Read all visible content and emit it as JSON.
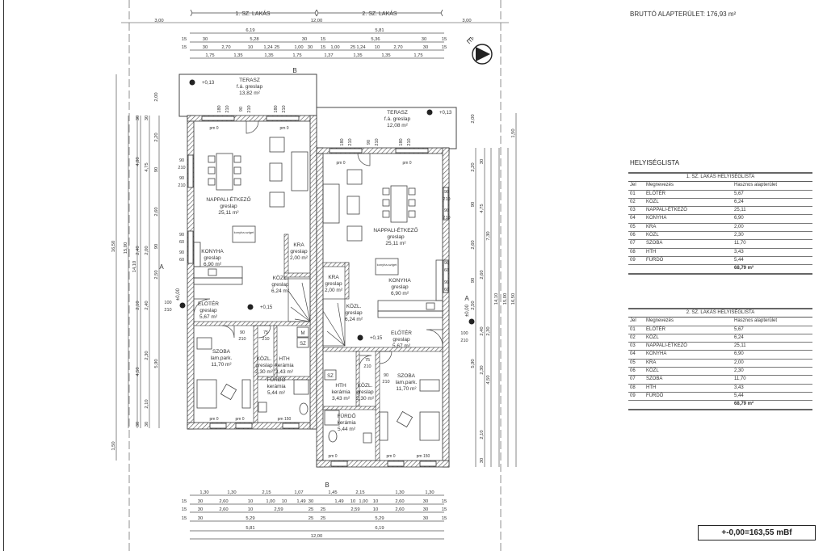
{
  "sheet": {
    "gross_area": "BRUTTÓ ALAPTERÜLET: 176,93 m²",
    "elevation_note": "+-0,00=163,55 mBf",
    "north_label": "É"
  },
  "plan": {
    "unit_labels": [
      "1. SZ. LAKÁS",
      "2. SZ. LAKÁS"
    ],
    "section_labels": [
      "A",
      "A",
      "B",
      "B"
    ],
    "rooms": [
      {
        "name": "TERASZ",
        "floor": "f.á. greslap",
        "area": "13,82 m²"
      },
      {
        "name": "TERASZ",
        "floor": "f.á. greslap",
        "area": "12,08 m²"
      },
      {
        "name": "NAPPALI-ÉTKEZŐ",
        "floor": "greslap",
        "area": "25,11 m²"
      },
      {
        "name": "NAPPALI-ÉTKEZŐ",
        "floor": "greslap",
        "area": "25,11 m²"
      },
      {
        "name": "KONYHA",
        "floor": "greslap",
        "area": "6,90 m²"
      },
      {
        "name": "KONYHA",
        "floor": "greslap",
        "area": "6,90 m²"
      },
      {
        "name": "KRA",
        "floor": "greslap",
        "area": "2,00 m²"
      },
      {
        "name": "KRA",
        "floor": "greslap",
        "area": "2,00 m²"
      },
      {
        "name": "KÖZL.",
        "floor": "greslap",
        "area": "6,24 m²"
      },
      {
        "name": "KÖZL.",
        "floor": "greslap",
        "area": "6,24 m²"
      },
      {
        "name": "ELŐTÉR",
        "floor": "greslap",
        "area": "5,67 m²"
      },
      {
        "name": "ELŐTÉR",
        "floor": "greslap",
        "area": "5,67 m²"
      },
      {
        "name": "SZOBA",
        "floor": "lam.park.",
        "area": "11,70 m²"
      },
      {
        "name": "SZOBA",
        "floor": "lam.park.",
        "area": "11,70 m²"
      },
      {
        "name": "KÖZL.",
        "floor": "greslap",
        "area": "2,30 m²"
      },
      {
        "name": "KÖZL.",
        "floor": "greslap",
        "area": "2,30 m²"
      },
      {
        "name": "HTH",
        "floor": "kerámia",
        "area": "3,43 m²"
      },
      {
        "name": "HTH",
        "floor": "kerámia",
        "area": "3,43 m²"
      },
      {
        "name": "FÜRDŐ",
        "floor": "kerámia",
        "area": "5,44 m²"
      },
      {
        "name": "FÜRDŐ",
        "floor": "kerámia",
        "area": "5,44 m²"
      }
    ],
    "fixtures": [
      "konyha-sziget",
      "konyha-sziget",
      "M",
      "SZ",
      "SZ"
    ],
    "elevations": [
      "+0,13",
      "+0,13",
      "+0,15",
      "+0,15",
      "±0,00",
      "±0,00"
    ],
    "openings": [
      "90",
      "210",
      "90",
      "210",
      "90",
      "60",
      "90",
      "60",
      "100",
      "210",
      "90",
      "210",
      "90",
      "210",
      "90",
      "60",
      "90",
      "60",
      "100",
      "210",
      "180",
      "210",
      "90",
      "210",
      "180",
      "210",
      "180",
      "210",
      "90",
      "210",
      "180",
      "210",
      "90",
      "210",
      "75",
      "210",
      "90",
      "210",
      "75",
      "210"
    ],
    "parapets": [
      "pm 0",
      "pm 0",
      "pm 0",
      "pm 0",
      "pm 0",
      "pm 0",
      "pm 150",
      "pm 0",
      "pm 0",
      "pm 150"
    ],
    "dimensions": {
      "top": [
        [
          "3,00",
          "12,00",
          "3,00"
        ],
        [
          "6,19",
          "5,81"
        ],
        [
          "15",
          "30",
          "5,28",
          "30",
          "15",
          "5,36",
          "30",
          "15"
        ],
        [
          "15",
          "30",
          "2,70",
          "10",
          "1,24",
          "25",
          "1,00",
          "30",
          "15",
          "1,00",
          "25",
          "1,24",
          "10",
          "2,70",
          "30",
          "15"
        ],
        [
          "1,75",
          "1,35",
          "1,35",
          "1,75",
          "1,37",
          "1,35",
          "1,35",
          "1,75"
        ]
      ],
      "bottom": [
        [
          "1,30",
          "1,30",
          "2,15",
          "1,07",
          "1,45",
          "2,15",
          "1,30",
          "1,30"
        ],
        [
          "15",
          "30",
          "2,60",
          "10",
          "1,00",
          "10",
          "1,49",
          "30",
          "1,49",
          "10",
          "1,00",
          "10",
          "2,60",
          "30",
          "15"
        ],
        [
          "15",
          "30",
          "2,60",
          "10",
          "2,59",
          "25",
          "25",
          "2,59",
          "10",
          "2,60",
          "30",
          "15"
        ],
        [
          "15",
          "30",
          "5,29",
          "25",
          "25",
          "5,29",
          "30",
          "15"
        ],
        [
          "5,81",
          "6,19"
        ],
        [
          "12,00"
        ]
      ],
      "left": [
        [
          "16,50",
          "1,50"
        ],
        [
          "15,00"
        ],
        [
          "14,10"
        ],
        [
          "30",
          "4,80",
          "2,40",
          "2,10",
          "4,50",
          "30"
        ],
        [
          "30",
          "4,75",
          "2,00",
          "2,40",
          "2,30",
          "2,10",
          "30"
        ],
        [
          "2,00",
          "2,20",
          "90",
          "2,60",
          "90",
          "2,50",
          "5,90"
        ]
      ],
      "right": [
        [
          "2,00",
          "2,20",
          "90",
          "2,60",
          "90",
          "2,50",
          "5,90"
        ],
        [
          "30",
          "4,75",
          "2,60",
          "2,40",
          "2,30",
          "2,10",
          "30"
        ],
        [
          "7,30",
          "2,30",
          "4,50"
        ],
        [
          "14,10"
        ],
        [
          "15,00"
        ],
        [
          "16,50",
          "1,50"
        ]
      ]
    }
  },
  "room_list": {
    "title": "HELYISÉGLISTA",
    "tables": [
      {
        "title": "1. SZ. LAKÁS HELYISÉGLISTA",
        "headers": [
          "Jel",
          "Megnevezés",
          "Hasznos alapterület"
        ],
        "rows": [
          [
            "01",
            "ELŐTÉR",
            "5,67"
          ],
          [
            "02",
            "KÖZL",
            "6,24"
          ],
          [
            "03",
            "NAPPALI-ÉTKEZŐ",
            "25,11"
          ],
          [
            "04",
            "KONYHA",
            "6,90"
          ],
          [
            "05",
            "KRA",
            "2,00"
          ],
          [
            "06",
            "KÖZL",
            "2,30"
          ],
          [
            "07",
            "SZOBA",
            "11,70"
          ],
          [
            "08",
            "HTH",
            "3,43"
          ],
          [
            "09",
            "FÜRDŐ",
            "5,44"
          ]
        ],
        "total": "68,79 m²"
      },
      {
        "title": "2. SZ. LAKÁS HELYISÉGLISTA",
        "headers": [
          "Jel",
          "Megnevezés",
          "Hasznos alapterület"
        ],
        "rows": [
          [
            "01",
            "ELŐTÉR",
            "5,67"
          ],
          [
            "02",
            "KÖZL",
            "6,24"
          ],
          [
            "03",
            "NAPPALI-ÉTKEZŐ",
            "25,11"
          ],
          [
            "04",
            "KONYHA",
            "6,90"
          ],
          [
            "05",
            "KRA",
            "2,00"
          ],
          [
            "06",
            "KÖZL",
            "2,30"
          ],
          [
            "07",
            "SZOBA",
            "11,70"
          ],
          [
            "08",
            "HTH",
            "3,43"
          ],
          [
            "09",
            "FÜRDŐ",
            "5,44"
          ]
        ],
        "total": "68,79 m²"
      }
    ]
  }
}
